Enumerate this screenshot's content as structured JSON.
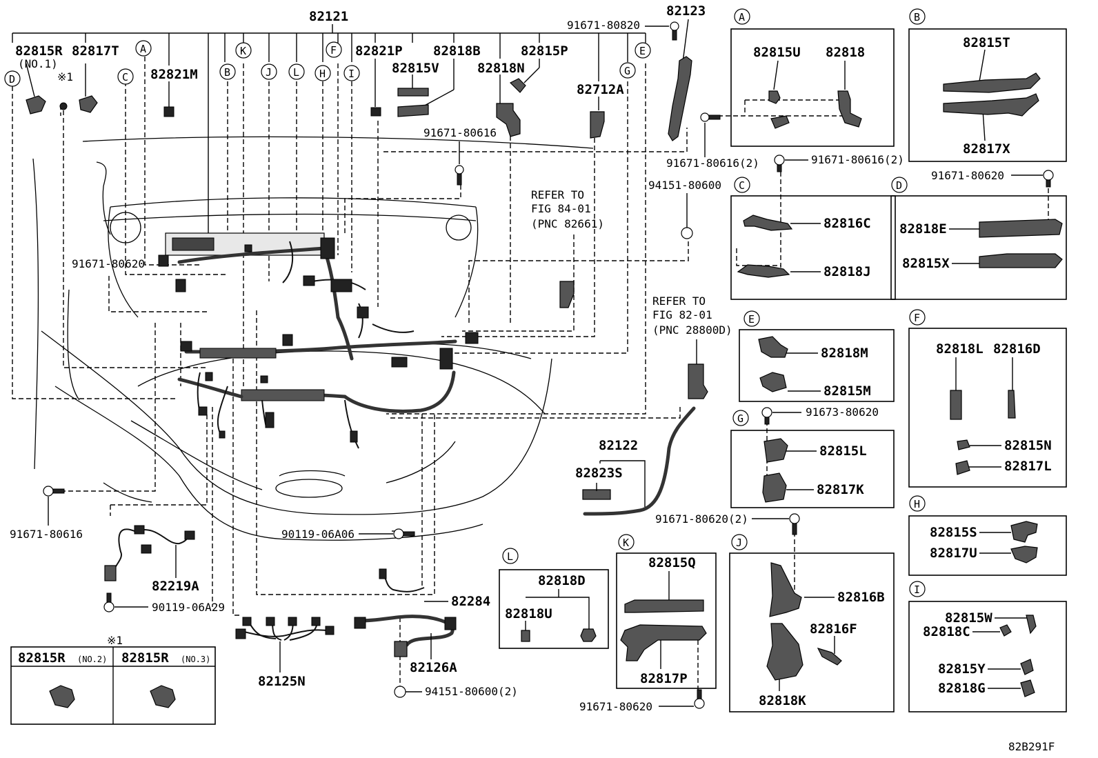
{
  "diagram_id": "82B291F",
  "top_labels": {
    "l82121": "82121",
    "l82815R": "82815R",
    "l82815R_sub": "(NO.1)",
    "l82817T": "82817T",
    "l82821M": "82821M",
    "l82821P": "82821P",
    "l82818B": "82818B",
    "l82815V": "82815V",
    "l82815P": "82815P",
    "l82818N": "82818N",
    "l82712A": "82712A",
    "l82123": "82123",
    "note1": "※1"
  },
  "bolts": {
    "b91671_80820": "91671-80820",
    "b91671_80616_a": "91671-80616",
    "b91671_80616_2a": "91671-80616(2)",
    "b94151_80600": "94151-80600",
    "b91671_80620_a": "91671-80620",
    "b91671_80616_b": "91671-80616",
    "b90119_06A06": "90119-06A06",
    "b90119_06A29": "90119-06A29",
    "b94151_80600_2": "94151-80600(2)",
    "b91671_80620_2": "91671-80620(2)",
    "b91671_80620_b": "91671-80620",
    "b91673_80620": "91673-80620",
    "b91671_80616_2b": "91671-80616(2)",
    "b91671_80620_c": "91671-80620"
  },
  "refs": {
    "ref1_l1": "REFER TO",
    "ref1_l2": "FIG 84-01",
    "ref1_l3": "(PNC 82661)",
    "ref2_l1": "REFER TO",
    "ref2_l2": "FIG 82-01",
    "ref2_l3": "(PNC 28800D)"
  },
  "lower_labels": {
    "l82122": "82122",
    "l82823S": "82823S",
    "l82219A": "82219A",
    "l82284": "82284",
    "l82125N": "82125N",
    "l82126A": "82126A"
  },
  "callouts": {
    "A": "A",
    "B": "B",
    "C": "C",
    "D": "D",
    "E": "E",
    "F": "F",
    "G": "G",
    "H": "H",
    "I": "I",
    "J": "J",
    "K": "K",
    "L": "L"
  },
  "detail_boxes": {
    "A": {
      "p1": "82815U",
      "p2": "82818"
    },
    "B": {
      "p1": "82815T",
      "p2": "82817X"
    },
    "C": {
      "p1": "82816C",
      "p2": "82818J"
    },
    "D": {
      "p1": "82818E",
      "p2": "82815X"
    },
    "E": {
      "p1": "82818M",
      "p2": "82815M"
    },
    "F": {
      "p1": "82818L",
      "p2": "82816D",
      "p3": "82815N",
      "p4": "82817L"
    },
    "G": {
      "p1": "82815L",
      "p2": "82817K"
    },
    "H": {
      "p1": "82815S",
      "p2": "82817U"
    },
    "I": {
      "p1": "82815W",
      "p2": "82818C",
      "p3": "82815Y",
      "p4": "82818G"
    },
    "J": {
      "p1": "82816B",
      "p2": "82816F",
      "p3": "82818K"
    },
    "K": {
      "p1": "82815Q",
      "p2": "82817P"
    },
    "L": {
      "p1": "82818D",
      "p2": "82818U"
    }
  },
  "note_table": {
    "mark": "※1",
    "col1": "82815R",
    "col1_sub": "(NO.2)",
    "col2": "82815R",
    "col2_sub": "(NO.3)"
  }
}
